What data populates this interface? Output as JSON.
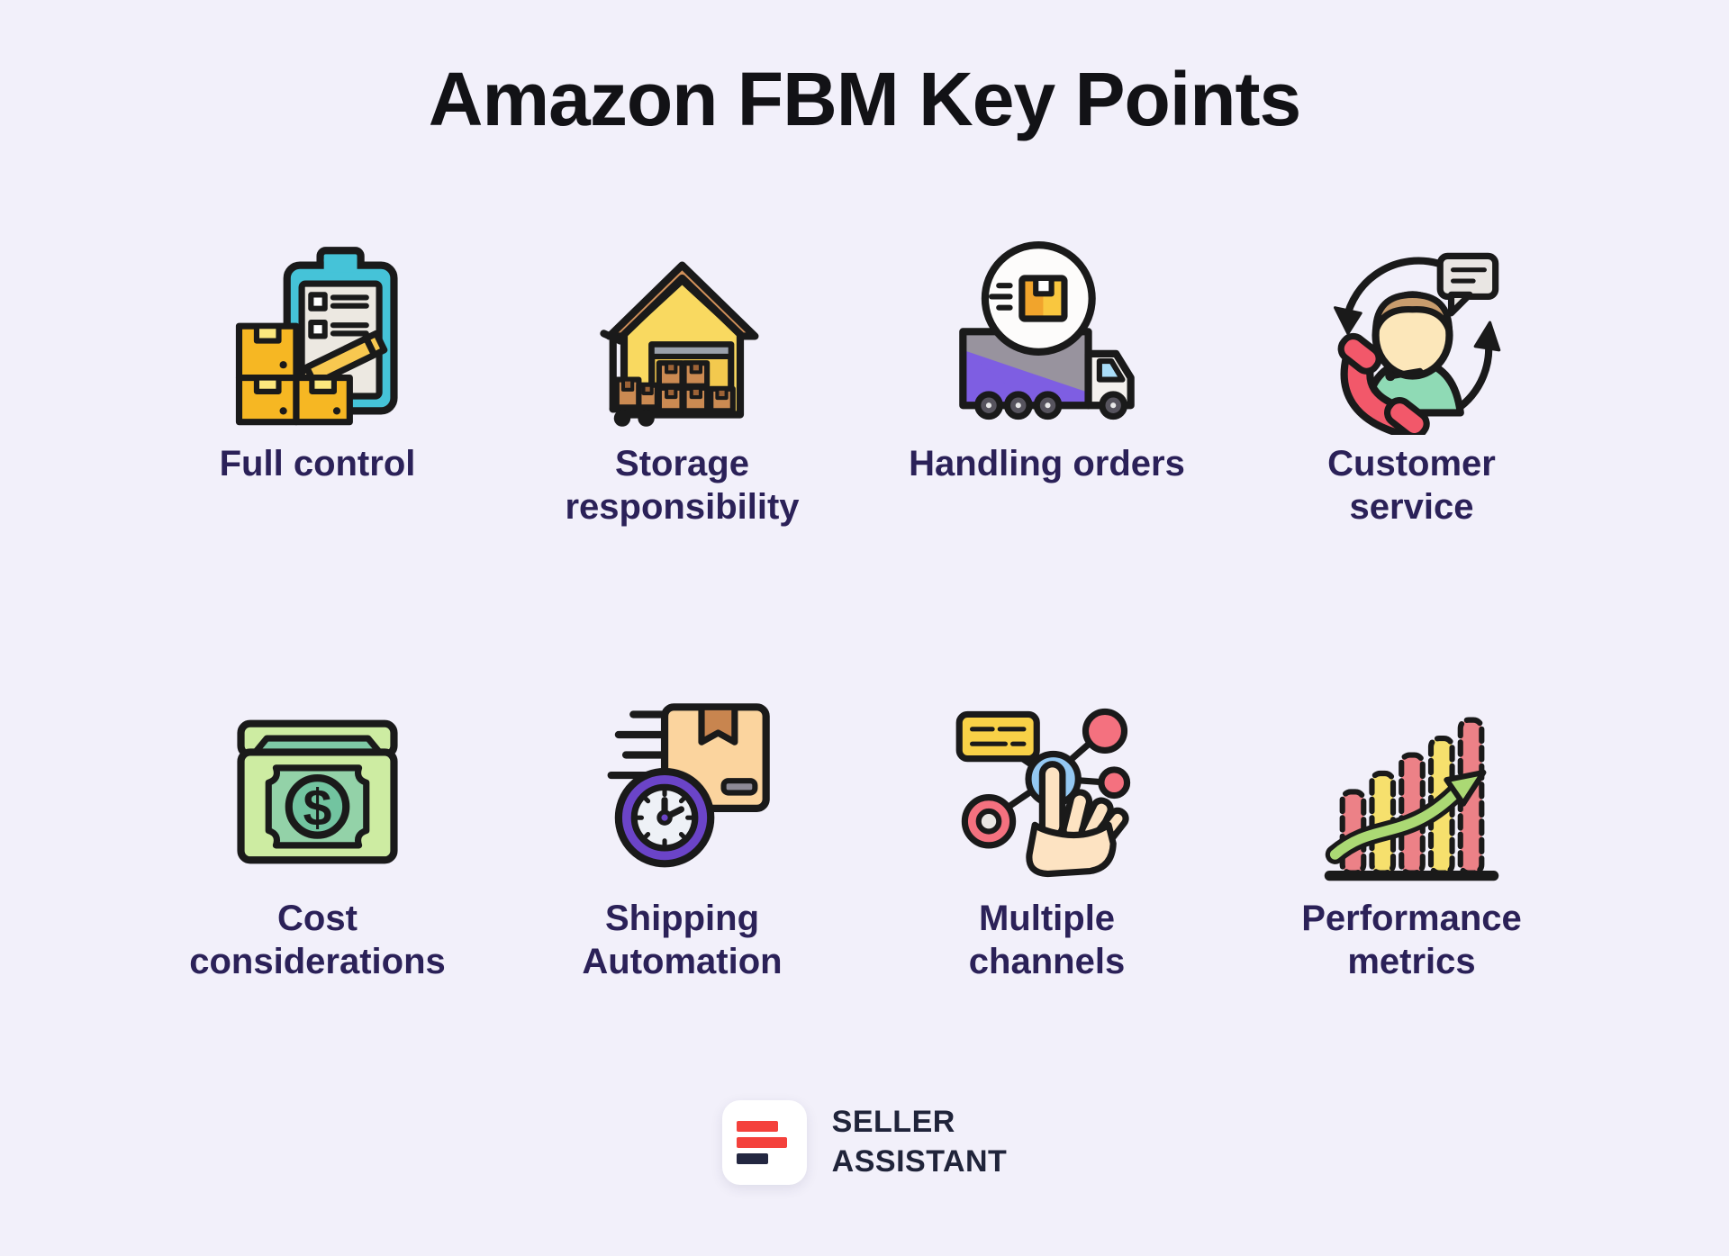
{
  "title": "Amazon FBM Key Points",
  "items": [
    {
      "label": "Full control",
      "icon": "clipboard-checklist-boxes-icon"
    },
    {
      "label": "Storage responsibility",
      "icon": "warehouse-icon"
    },
    {
      "label": "Handling orders",
      "icon": "delivery-truck-package-icon"
    },
    {
      "label": "Customer service",
      "icon": "support-agent-phone-icon"
    },
    {
      "label": "Cost considerations",
      "icon": "money-dollar-icon"
    },
    {
      "label": "Shipping Automation",
      "icon": "package-stopwatch-icon"
    },
    {
      "label": "Multiple channels",
      "icon": "network-pointer-hand-icon"
    },
    {
      "label": "Performance metrics",
      "icon": "growth-bar-chart-icon"
    }
  ],
  "footer": {
    "brand_line1": "SELLER",
    "brand_line2": "ASSISTANT"
  },
  "colors": {
    "background": "#f2f0fa",
    "title_text": "#121216",
    "label_text": "#2b2158",
    "logo_red": "#f4413c",
    "logo_dark": "#232741",
    "icon_outline": "#1a1a1a",
    "clipboard_teal": "#45c3d8",
    "box_yellow": "#f6b723",
    "warehouse_yellow": "#f9d960",
    "roof_brown": "#d2915a",
    "truck_purple": "#7e5ee2",
    "money_green": "#cdeca2",
    "clock_purple": "#6b44c8",
    "node_blue": "#94c8f2",
    "node_red": "#f4717f",
    "chart_red": "#ec8187",
    "chart_yellow": "#f6e06d",
    "arrow_green": "#abd974"
  }
}
